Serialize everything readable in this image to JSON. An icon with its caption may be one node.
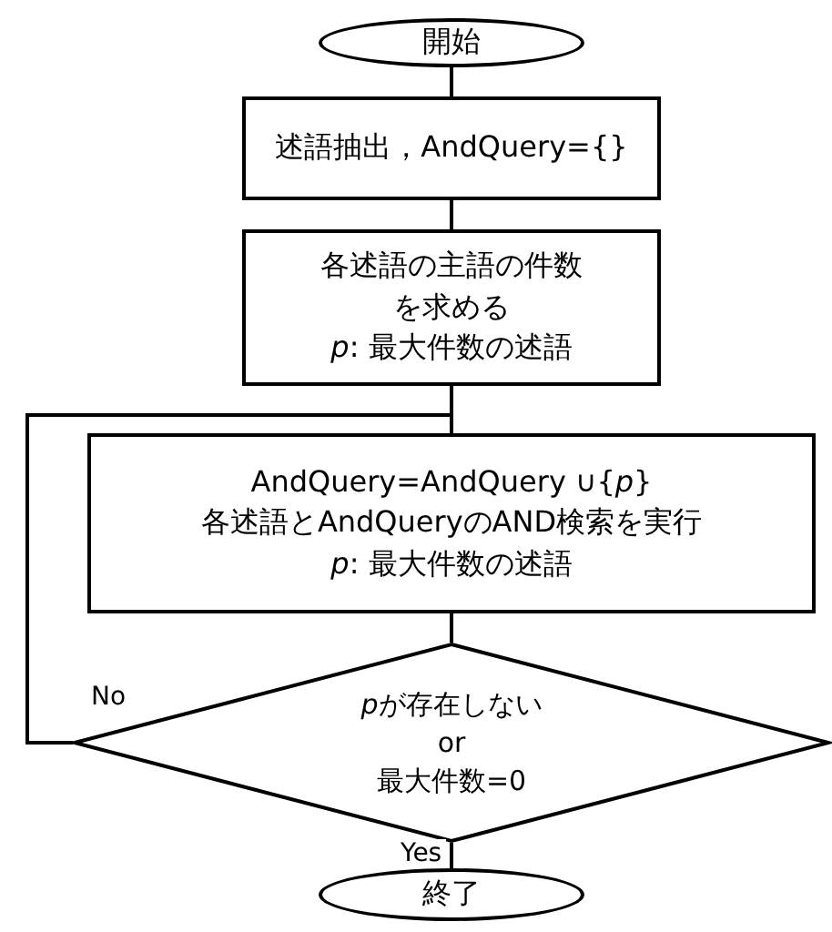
{
  "diagram": {
    "nodes": [
      {
        "text": [
          "開始"
        ]
      },
      {
        "text": [
          "述語抽出，AndQuery={}"
        ]
      },
      {
        "text": [
          "各述語の主語の件数を求める",
          "*p*: 最大件数の述語"
        ]
      },
      {
        "text": [
          "AndQuery=AndQuery ∪{*p*}",
          "各述語とAndQueryのAND検索を実行",
          "*p*: 最大件数の述語"
        ]
      },
      {
        "text": [
          "*p*​が存在しない",
          "or",
          "最大件数=0"
        ]
      },
      {
        "text": [
          "終了"
        ]
      }
    ],
    "edges": [
      {
        "from": 0,
        "to": 1,
        "arrow": "none"
      },
      {
        "from": 1,
        "to": 2,
        "arrow": "none"
      },
      {
        "from": 2,
        "to": 3,
        "arrow": "none"
      },
      {
        "from": 3,
        "to": 4,
        "arrow": "none"
      },
      {
        "from": 4,
        "to": 5,
        "arrow": "none",
        "label": "Yes"
      },
      {
        "from": 4,
        "to": 3,
        "arrow": "none",
        "label": "No"
      }
    ]
  }
}
